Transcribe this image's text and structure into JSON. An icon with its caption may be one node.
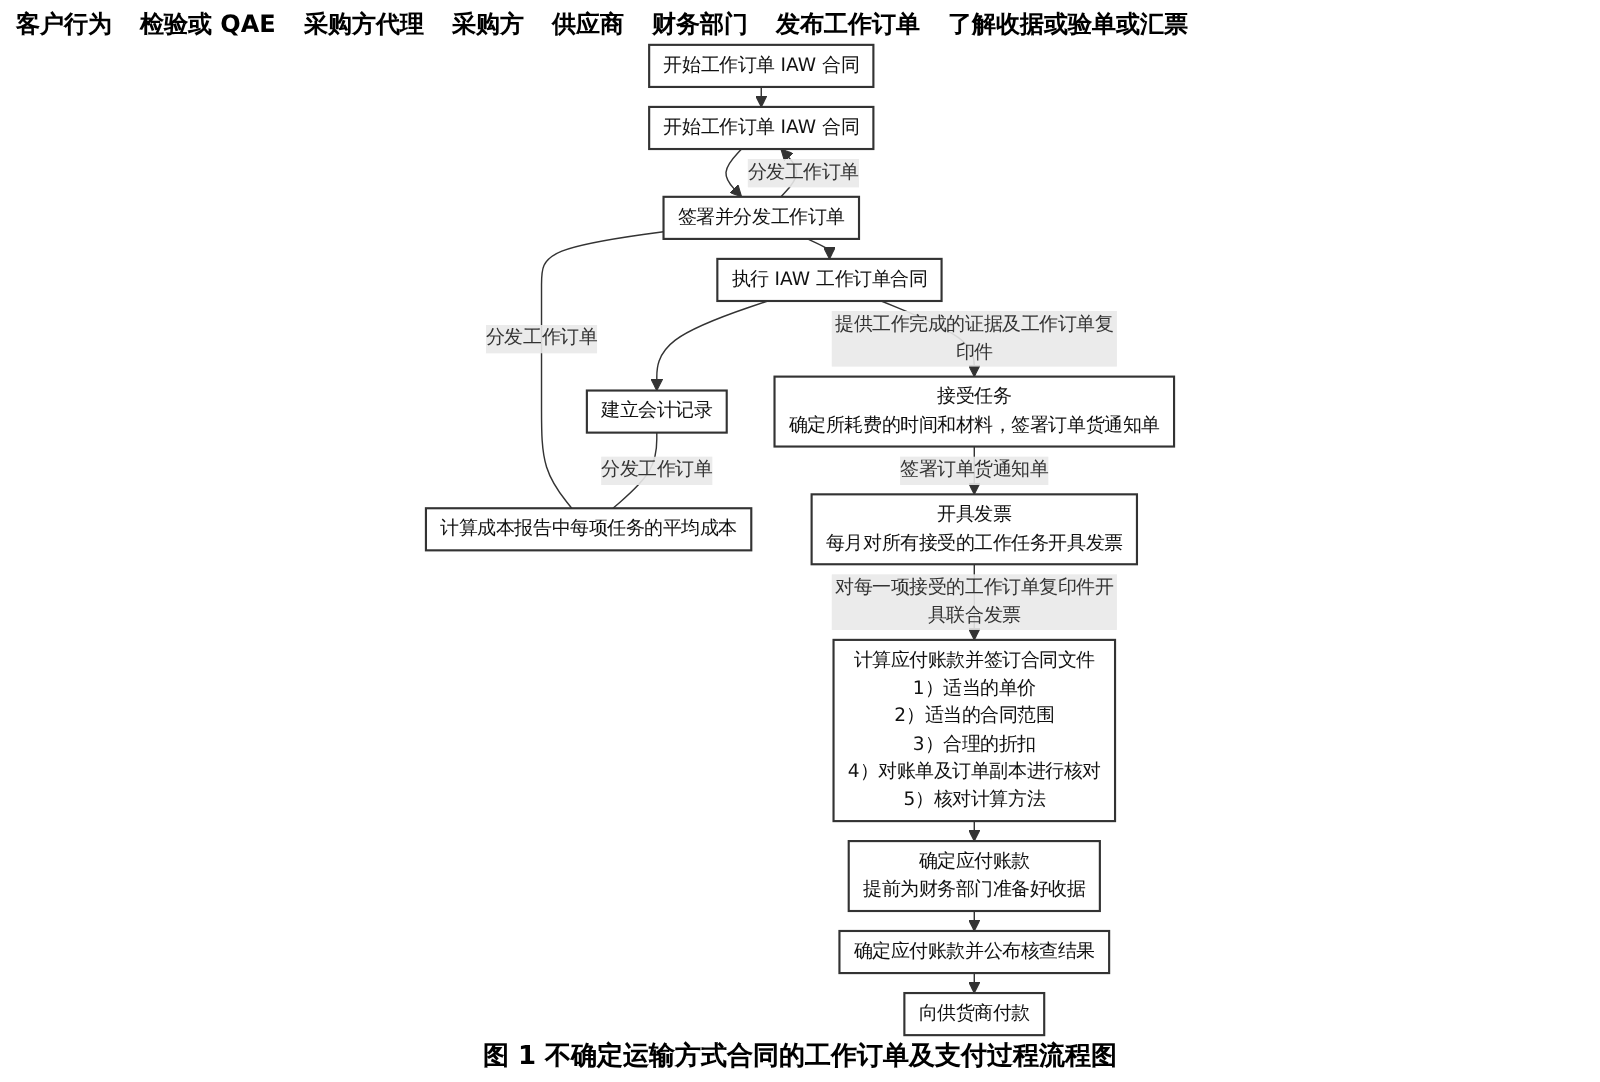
{
  "diagram": {
    "caption": "图 1 不确定运输方式合同的工作订单及支付过程流程图",
    "nodes": [
      {
        "text": [
          "开始工作订单 IAW 合同"
        ]
      },
      {
        "text": [
          "开始工作订单 IAW 合同"
        ]
      },
      {
        "text": [
          "签署并分发工作订单"
        ]
      },
      {
        "text": [
          "执行 IAW 工作订单合同"
        ]
      },
      {
        "text": [
          "建立会计记录"
        ]
      },
      {
        "text": [
          "计算成本报告中每项任务的平均成本"
        ]
      },
      {
        "text": [
          "接受任务",
          "确定所耗费的时间和材料，签署订单货通知单"
        ]
      },
      {
        "text": [
          "开具发票",
          "每月对所有接受的工作任务开具发票"
        ]
      },
      {
        "text": [
          "计算应付账款并签订合同文件",
          "1）适当的单价",
          "2）适当的合同范围",
          "3）合理的折扣",
          "4）对账单及订单副本进行核对",
          "5）核对计算方法"
        ]
      },
      {
        "text": [
          "确定应付账款",
          "提前为财务部门准备好收据"
        ]
      },
      {
        "text": [
          "确定应付账款并公布核查结果"
        ]
      },
      {
        "text": [
          "向供货商付款"
        ]
      }
    ],
    "edges": [
      {
        "from": 0,
        "to": 1,
        "arrow": "to"
      },
      {
        "from": 1,
        "to": 2,
        "arrow": "to"
      },
      {
        "from": 2,
        "to": 3,
        "arrow": "to"
      },
      {
        "from": 3,
        "to": 4,
        "arrow": "to"
      },
      {
        "from": 2,
        "to": 1,
        "arrow": "to",
        "label": "分发工作订单"
      },
      {
        "from": 2,
        "to": 5,
        "arrow": "none",
        "label": "分发工作订单"
      },
      {
        "from": 4,
        "to": 5,
        "arrow": "none",
        "label": "分发工作订单"
      },
      {
        "from": 3,
        "to": 6,
        "arrow": "to",
        "label": "提供工作完成的证据及工作订单复印件"
      },
      {
        "from": 6,
        "to": 7,
        "arrow": "to",
        "label": "签署订单货通知单"
      },
      {
        "from": 7,
        "to": 8,
        "arrow": "to",
        "label": "对每一项接受的工作订单复印件开具联合发票"
      },
      {
        "from": 8,
        "to": 9,
        "arrow": "to"
      },
      {
        "from": 9,
        "to": 10,
        "arrow": "to"
      },
      {
        "from": 10,
        "to": 11,
        "arrow": "to"
      }
    ],
    "labels": [
      "客户行为",
      "检验或 QAE",
      "采购方代理",
      "采购方",
      "供应商",
      "财务部门",
      "发布工作订单",
      "了解收据或验单或汇票"
    ]
  }
}
